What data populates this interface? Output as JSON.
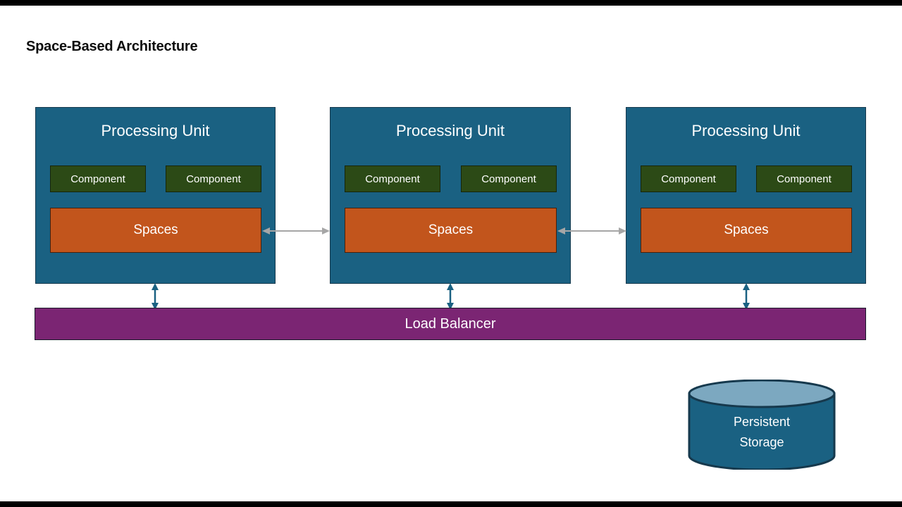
{
  "slide": {
    "title": "Space-Based Architecture",
    "background_color": "#FFFFFF",
    "letterbox_color": "#000000"
  },
  "colors": {
    "processing_unit": "#1A6182",
    "component": "#2C4A16",
    "spaces": "#C2551C",
    "load_balancer": "#7B2573",
    "storage_body": "#1A6182",
    "storage_top": "#7CA8C0",
    "outline": "#16394D",
    "h_arrow": "#A6A6A6",
    "v_arrow": "#1A6182",
    "text_light": "#FFFFFF",
    "text_dark": "#0D0D0D"
  },
  "processing_units": [
    {
      "title": "Processing Unit",
      "components": [
        "Component",
        "Component"
      ],
      "spaces_label": "Spaces"
    },
    {
      "title": "Processing Unit",
      "components": [
        "Component",
        "Component"
      ],
      "spaces_label": "Spaces"
    },
    {
      "title": "Processing Unit",
      "components": [
        "Component",
        "Component"
      ],
      "spaces_label": "Spaces"
    }
  ],
  "connectors": {
    "horizontal": [
      {
        "name": "spaces-link-1-2",
        "style": "double-headed",
        "color": "#A6A6A6"
      },
      {
        "name": "spaces-link-2-3",
        "style": "double-headed",
        "color": "#A6A6A6"
      }
    ],
    "vertical": [
      {
        "name": "pu1-to-load-balancer",
        "style": "double-headed",
        "color": "#1A6182"
      },
      {
        "name": "pu2-to-load-balancer",
        "style": "double-headed",
        "color": "#1A6182"
      },
      {
        "name": "pu3-to-load-balancer",
        "style": "double-headed",
        "color": "#1A6182"
      }
    ]
  },
  "load_balancer": {
    "label": "Load Balancer"
  },
  "persistent_storage": {
    "label_line1": "Persistent",
    "label_line2": "Storage",
    "shape": "cylinder"
  }
}
